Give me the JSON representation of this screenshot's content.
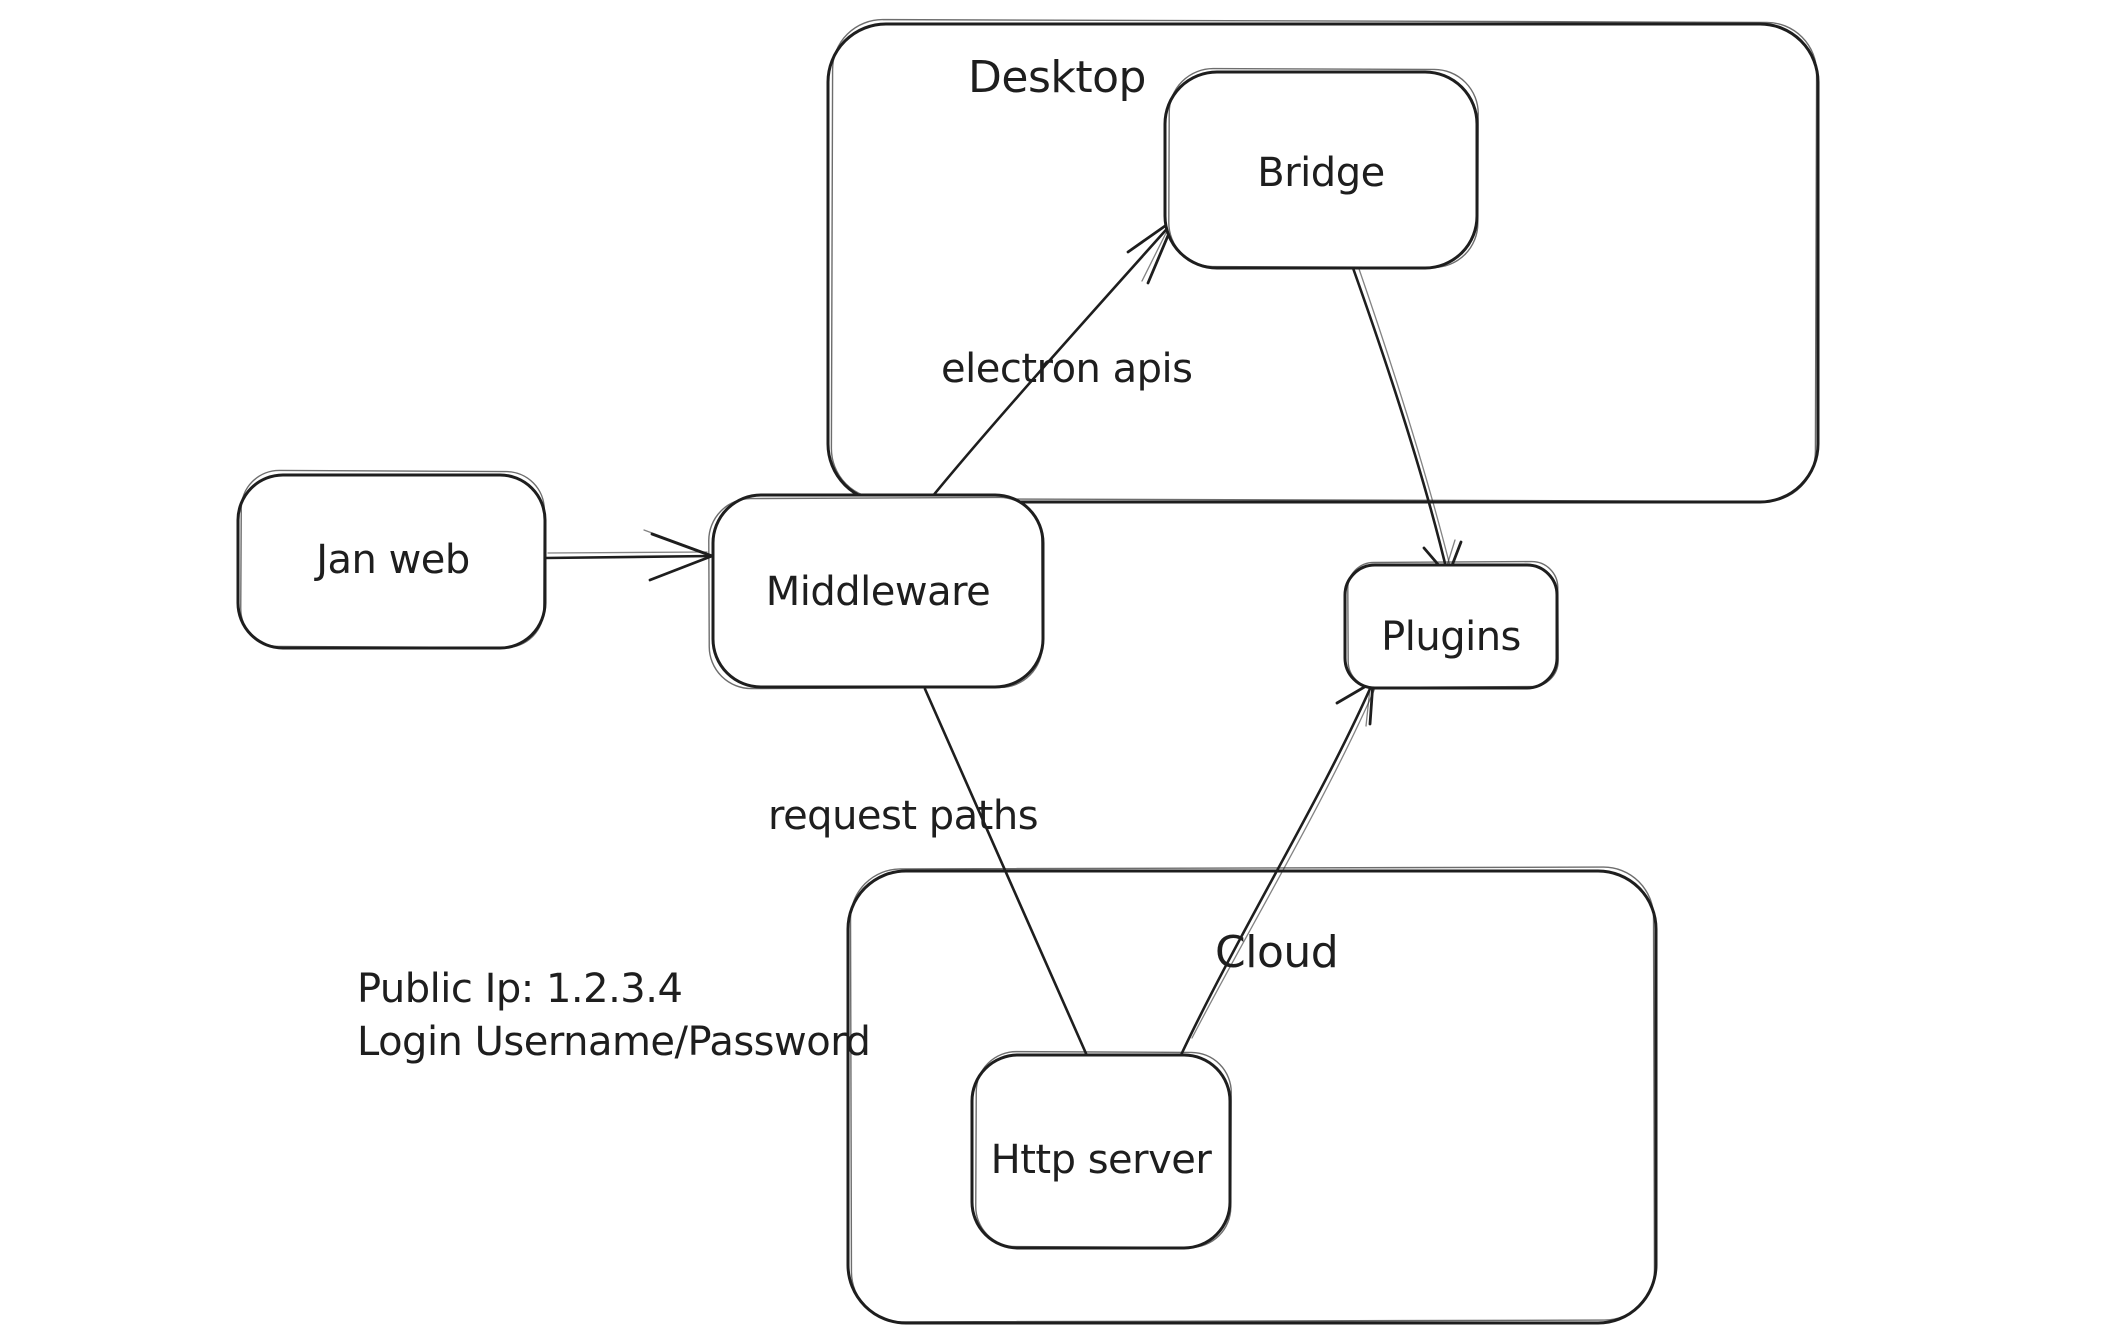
{
  "colors": {
    "stroke": "#1e1e1e",
    "background": "#ffffff"
  },
  "containers": {
    "desktop": {
      "label": "Desktop"
    },
    "cloud": {
      "label": "Cloud"
    }
  },
  "nodes": {
    "jan_web": {
      "label": "Jan web"
    },
    "middleware": {
      "label": "Middleware"
    },
    "bridge": {
      "label": "Bridge"
    },
    "plugins": {
      "label": "Plugins"
    },
    "http_server": {
      "label": "Http server"
    }
  },
  "edges": {
    "jan_web_to_middleware": {
      "from": "Jan web",
      "to": "Middleware"
    },
    "middleware_to_bridge": {
      "label": "electron apis",
      "from": "Middleware",
      "to": "Bridge"
    },
    "bridge_to_plugins": {
      "from": "Bridge",
      "to": "Plugins"
    },
    "middleware_to_http_server": {
      "label": "request paths",
      "from": "Middleware",
      "to": "Http server"
    },
    "http_server_to_plugins": {
      "from": "Http server",
      "to": "Plugins"
    }
  },
  "annotations": {
    "public_ip": "Public Ip: 1.2.3.4",
    "login": "Login Username/Password"
  }
}
